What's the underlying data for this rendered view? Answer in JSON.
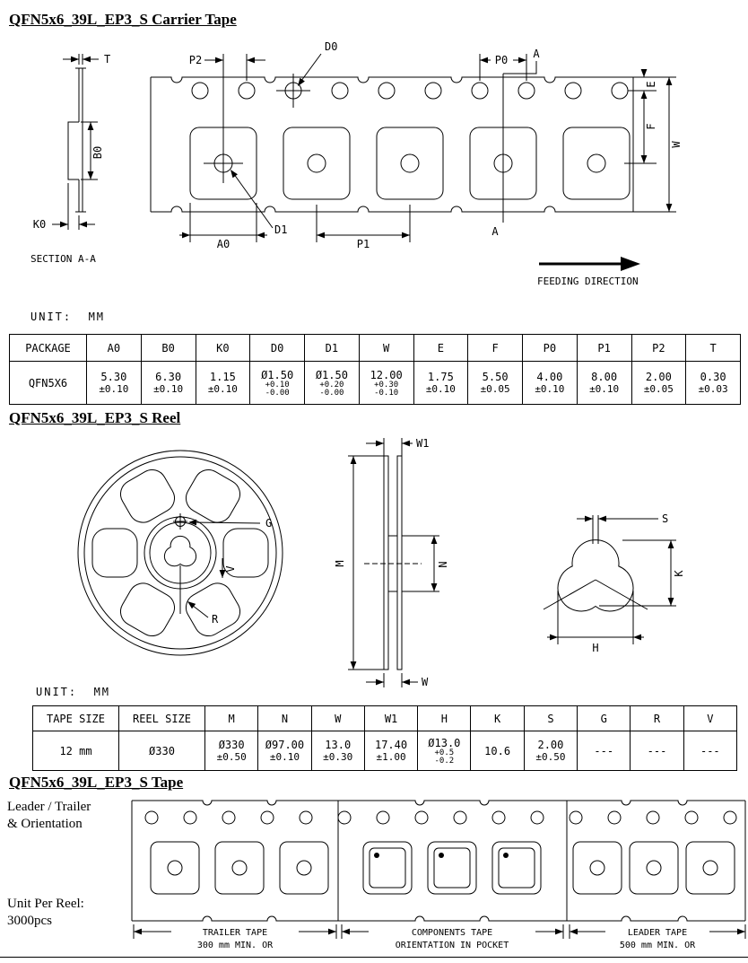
{
  "titles": {
    "carrier": "QFN5x6_39L_EP3_S Carrier Tape",
    "reel": "QFN5x6_39L_EP3_S Reel",
    "tape": "QFN5x6_39L_EP3_S Tape"
  },
  "units": {
    "first": "UNIT:  MM",
    "second": "UNIT:  MM"
  },
  "carrier_drawing": {
    "labels": {
      "t": "T",
      "b0": "B0",
      "k0": "K0",
      "p2": "P2",
      "d0": "D0",
      "p0": "P0",
      "a_top": "A",
      "a_bottom": "A",
      "e": "E",
      "f": "F",
      "w": "W",
      "a0": "A0",
      "d1": "D1",
      "p1": "P1",
      "section": "SECTION A-A",
      "feeding": "FEEDING DIRECTION"
    }
  },
  "carrier_table": {
    "headers": [
      "PACKAGE",
      "A0",
      "B0",
      "K0",
      "D0",
      "D1",
      "W",
      "E",
      "F",
      "P0",
      "P1",
      "P2",
      "T"
    ],
    "cells": [
      {
        "value": "QFN5X6"
      },
      {
        "value": "5.30",
        "tol": "±0.10"
      },
      {
        "value": "6.30",
        "tol": "±0.10"
      },
      {
        "value": "1.15",
        "tol": "±0.10"
      },
      {
        "value": "Ø1.50",
        "tol_plus": "+0.10",
        "tol_minus": "-0.00"
      },
      {
        "value": "Ø1.50",
        "tol_plus": "+0.20",
        "tol_minus": "-0.00"
      },
      {
        "value": "12.00",
        "tol_plus": "+0.30",
        "tol_minus": "-0.10"
      },
      {
        "value": "1.75",
        "tol": "±0.10"
      },
      {
        "value": "5.50",
        "tol": "±0.05"
      },
      {
        "value": "4.00",
        "tol": "±0.10"
      },
      {
        "value": "8.00",
        "tol": "±0.10"
      },
      {
        "value": "2.00",
        "tol": "±0.05"
      },
      {
        "value": "0.30",
        "tol": "±0.03"
      }
    ]
  },
  "reel_drawing": {
    "labels": {
      "g": "G",
      "v": "V",
      "r": "R",
      "w1": "W1",
      "m": "M",
      "n": "N",
      "w": "W",
      "s": "S",
      "k": "K",
      "h": "H"
    }
  },
  "reel_table": {
    "headers": [
      "TAPE SIZE",
      "REEL SIZE",
      "M",
      "N",
      "W",
      "W1",
      "H",
      "K",
      "S",
      "G",
      "R",
      "V"
    ],
    "cells": [
      {
        "value": "12 mm"
      },
      {
        "value": "Ø330"
      },
      {
        "value": "Ø330",
        "tol": "±0.50"
      },
      {
        "value": "Ø97.00",
        "tol": "±0.10"
      },
      {
        "value": "13.0",
        "tol": "±0.30"
      },
      {
        "value": "17.40",
        "tol": "±1.00"
      },
      {
        "value": "Ø13.0",
        "tol_plus": "+0.5",
        "tol_minus": "-0.2"
      },
      {
        "value": "10.6"
      },
      {
        "value": "2.00",
        "tol": "±0.50"
      },
      {
        "value": "---"
      },
      {
        "value": "---"
      },
      {
        "value": "---"
      }
    ]
  },
  "tape_drawing": {
    "note_line1": "Leader / Trailer",
    "note_line2": "& Orientation",
    "unit_per_reel_line1": "Unit Per Reel:",
    "unit_per_reel_line2": "3000pcs",
    "trailer_label": "TRAILER TAPE",
    "trailer_sub": "300 mm MIN. OR",
    "components_label": "COMPONENTS TAPE",
    "components_sub": "ORIENTATION IN POCKET",
    "leader_label": "LEADER TAPE",
    "leader_sub": "500 mm MIN. OR"
  }
}
